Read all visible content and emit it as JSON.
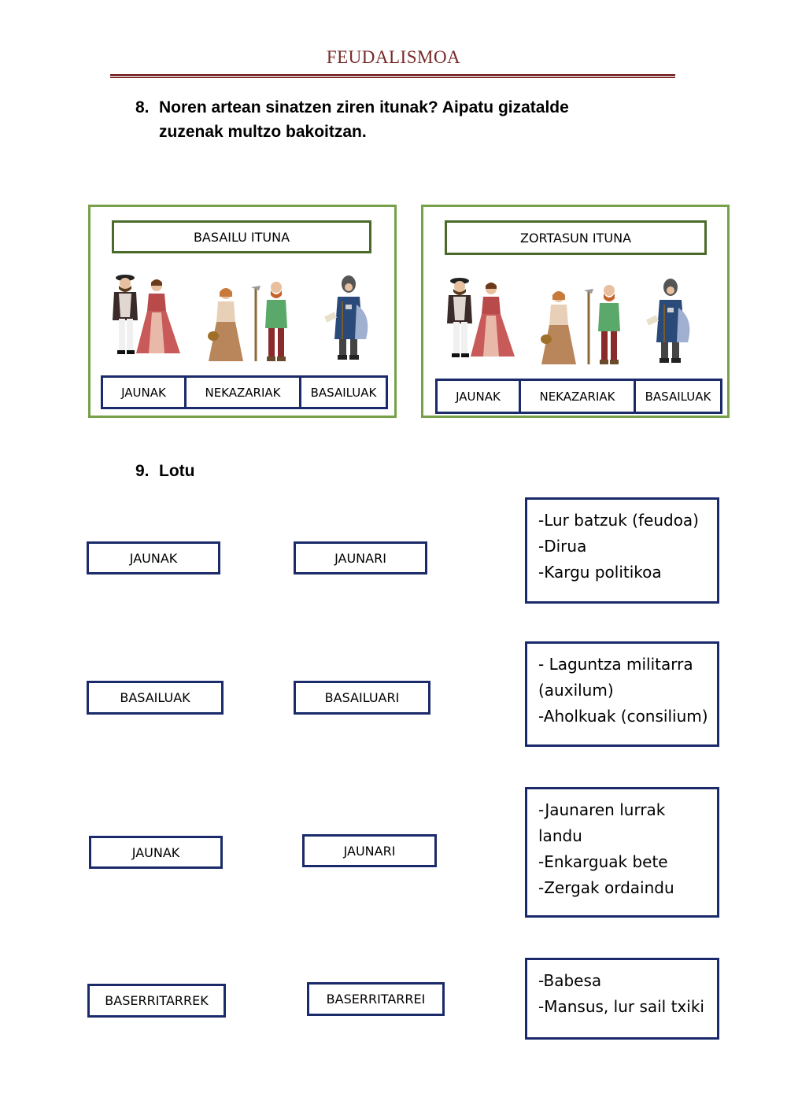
{
  "title": "FEUDALISMOA",
  "question8": {
    "number": "8.",
    "line1": "Noren artean sinatzen ziren itunak? Aipatu gizatalde",
    "line2": "zuzenak multzo bakoitzan."
  },
  "panels": [
    {
      "title": "BASAILU ITUNA",
      "cells": [
        "JAUNAK",
        "NEKAZARIAK",
        "BASAILUAK"
      ]
    },
    {
      "title": "ZORTASUN ITUNA",
      "cells": [
        "JAUNAK",
        "NEKAZARIAK",
        "BASAILUAK"
      ]
    }
  ],
  "question9": {
    "number": "9.",
    "text": "Lotu"
  },
  "match_rows": [
    {
      "left": "JAUNAK",
      "middle": "JAUNARI",
      "right": [
        "-Lur batzuk (feudoa)",
        "-Dirua",
        "-Kargu politikoa"
      ]
    },
    {
      "left": "BASAILUAK",
      "middle": "BASAILUARI",
      "right": [
        "- Laguntza militarra",
        "(auxilum)",
        "-Aholkuak  (consilium)"
      ]
    },
    {
      "left": "JAUNAK",
      "middle": "JAUNARI",
      "right": [
        "-Jaunaren lurrak",
        "landu",
        "-Enkarguak bete",
        "-Zergak ordaindu"
      ]
    },
    {
      "left": "BASERRITARREK",
      "middle": "BASERRITARREI",
      "right": [
        "-Babesa",
        "-Mansus, lur sail txiki"
      ]
    }
  ],
  "colors": {
    "title": "#7a2a2a",
    "panel_border": "#77a04a",
    "box_border": "#1a2a6a"
  },
  "figures": [
    "noble-couple-illustration",
    "peasant-couple-illustration",
    "knight-illustration"
  ]
}
